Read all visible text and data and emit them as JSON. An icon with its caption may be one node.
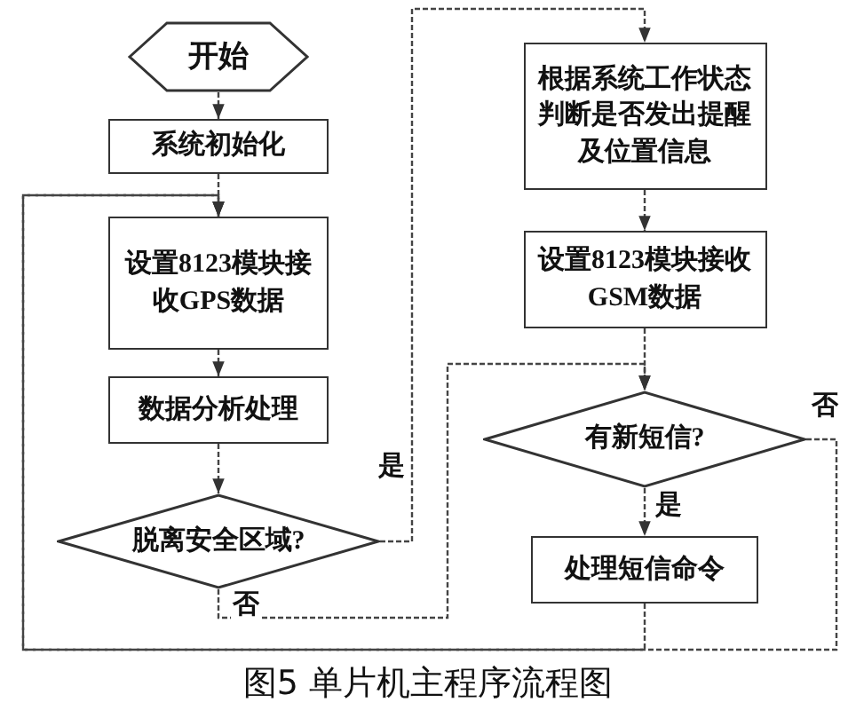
{
  "diagram": {
    "caption": "图5 单片机主程序流程图",
    "nodes": [
      {
        "text": [
          "开始"
        ]
      },
      {
        "text": [
          "系统初始化"
        ]
      },
      {
        "text": [
          "设置8123模块接收GPS数据"
        ]
      },
      {
        "text": [
          "数据分析处理"
        ]
      },
      {
        "text": [
          "脱离安全区域?"
        ]
      },
      {
        "text": [
          "根据系统工作状态判断是否发出提醒及位置信息"
        ]
      },
      {
        "text": [
          "设置8123模块接收GSM数据"
        ]
      },
      {
        "text": [
          "有新短信?"
        ]
      },
      {
        "text": [
          "处理短信命令"
        ]
      }
    ],
    "edges": [
      {
        "from": 0,
        "to": 1,
        "arrow": "to"
      },
      {
        "from": 1,
        "to": 2,
        "arrow": "to"
      },
      {
        "from": 2,
        "to": 3,
        "arrow": "to"
      },
      {
        "from": 3,
        "to": 4,
        "arrow": "to"
      },
      {
        "from": 4,
        "to": 5,
        "arrow": "to",
        "label": "是"
      },
      {
        "from": 4,
        "to": 7,
        "arrow": "to",
        "label": "否"
      },
      {
        "from": 5,
        "to": 6,
        "arrow": "to"
      },
      {
        "from": 6,
        "to": 7,
        "arrow": "to"
      },
      {
        "from": 7,
        "to": 8,
        "arrow": "to",
        "label": "是"
      },
      {
        "from": 7,
        "to": 2,
        "arrow": "to",
        "label": "否"
      },
      {
        "from": 8,
        "to": 2,
        "arrow": "to"
      }
    ]
  }
}
